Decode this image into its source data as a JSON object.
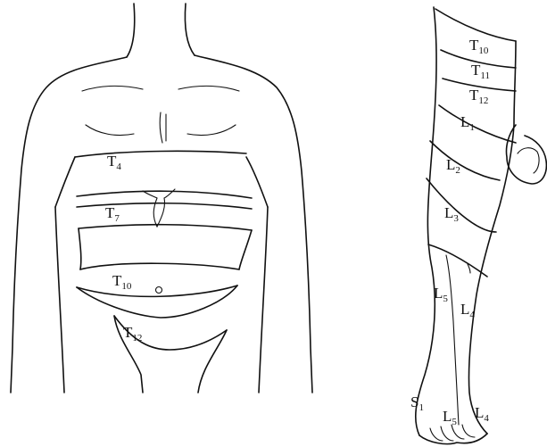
{
  "torso_labels": [
    {
      "id": "t4",
      "base": "T",
      "sub": "4"
    },
    {
      "id": "t7",
      "base": "T",
      "sub": "7"
    },
    {
      "id": "t10",
      "base": "T",
      "sub": "10"
    },
    {
      "id": "t12",
      "base": "T",
      "sub": "12"
    }
  ],
  "leg_labels": [
    {
      "id": "t10",
      "base": "T",
      "sub": "10"
    },
    {
      "id": "t11",
      "base": "T",
      "sub": "11"
    },
    {
      "id": "t12",
      "base": "T",
      "sub": "12"
    },
    {
      "id": "l1",
      "base": "L",
      "sub": "1"
    },
    {
      "id": "l2",
      "base": "L",
      "sub": "2"
    },
    {
      "id": "l3",
      "base": "L",
      "sub": "3"
    },
    {
      "id": "l5",
      "base": "L",
      "sub": "5"
    },
    {
      "id": "l4",
      "base": "L",
      "sub": "4"
    },
    {
      "id": "s1",
      "base": "S",
      "sub": "1"
    },
    {
      "id": "l5-foot",
      "base": "L",
      "sub": "5"
    },
    {
      "id": "l4-foot",
      "base": "L",
      "sub": "4"
    }
  ]
}
